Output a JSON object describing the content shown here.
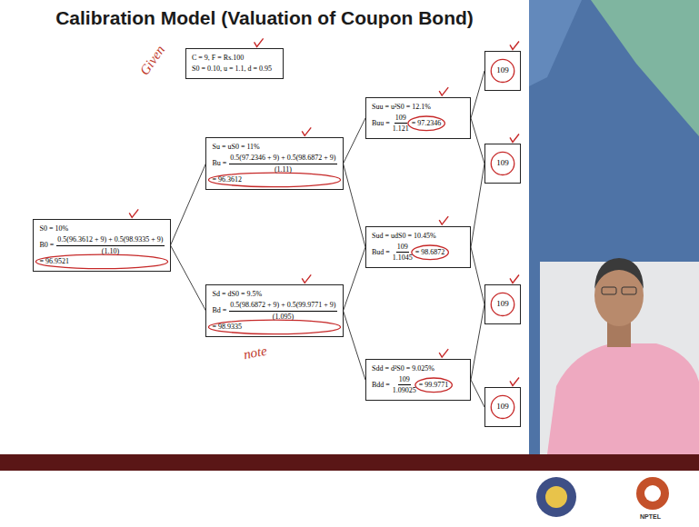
{
  "diagram": {
    "title": "Calibration Model (Valuation of Coupon Bond)",
    "nodes": [
      {
        "text": [
          "C = 9, F = Rs.100",
          "S0 = 0.10, u = 1.1, d = 0.95"
        ]
      },
      {
        "text": [
          "S0 = 10%",
          "B0 =",
          "0.5(96.3612 + 9) + 0.5(98.9335 + 9)",
          "(1.10)",
          "= 96.9521"
        ]
      },
      {
        "text": [
          "Su = uS0 = 11%",
          "Bu =",
          "0.5(97.2346 + 9) + 0.5(98.6872 + 9)",
          "(1.11)",
          "= 96.3612"
        ]
      },
      {
        "text": [
          "Sd = dS0 = 9.5%",
          "Bd =",
          "0.5(98.6872 + 9) + 0.5(99.9771 + 9)",
          "(1.095)",
          "= 98.9335"
        ]
      },
      {
        "text": [
          "Suu = u²S0 = 12.1%",
          "Buu =",
          "109",
          "1.121",
          "= 97.2346"
        ]
      },
      {
        "text": [
          "Sud = udS0 = 10.45%",
          "Bud =",
          "109",
          "1.1045",
          "= 98.6872"
        ]
      },
      {
        "text": [
          "Sdd = d²S0 = 9.025%",
          "Bdd =",
          "109",
          "1.09025",
          "= 99.9771"
        ]
      },
      {
        "text": [
          "109"
        ]
      },
      {
        "text": [
          "109"
        ]
      },
      {
        "text": [
          "109"
        ]
      },
      {
        "text": [
          "109"
        ]
      }
    ],
    "edges": [
      {
        "from": 1,
        "to": 2,
        "arrow": "none"
      },
      {
        "from": 1,
        "to": 3,
        "arrow": "none"
      },
      {
        "from": 2,
        "to": 4,
        "arrow": "none"
      },
      {
        "from": 2,
        "to": 5,
        "arrow": "none"
      },
      {
        "from": 3,
        "to": 5,
        "arrow": "none"
      },
      {
        "from": 3,
        "to": 6,
        "arrow": "none"
      },
      {
        "from": 4,
        "to": 7,
        "arrow": "none"
      },
      {
        "from": 4,
        "to": 8,
        "arrow": "none"
      },
      {
        "from": 5,
        "to": 8,
        "arrow": "none"
      },
      {
        "from": 5,
        "to": 9,
        "arrow": "none"
      },
      {
        "from": 6,
        "to": 9,
        "arrow": "none"
      },
      {
        "from": 6,
        "to": 10,
        "arrow": "none"
      }
    ],
    "labels": [
      "Given",
      "note",
      "NPTEL"
    ]
  }
}
